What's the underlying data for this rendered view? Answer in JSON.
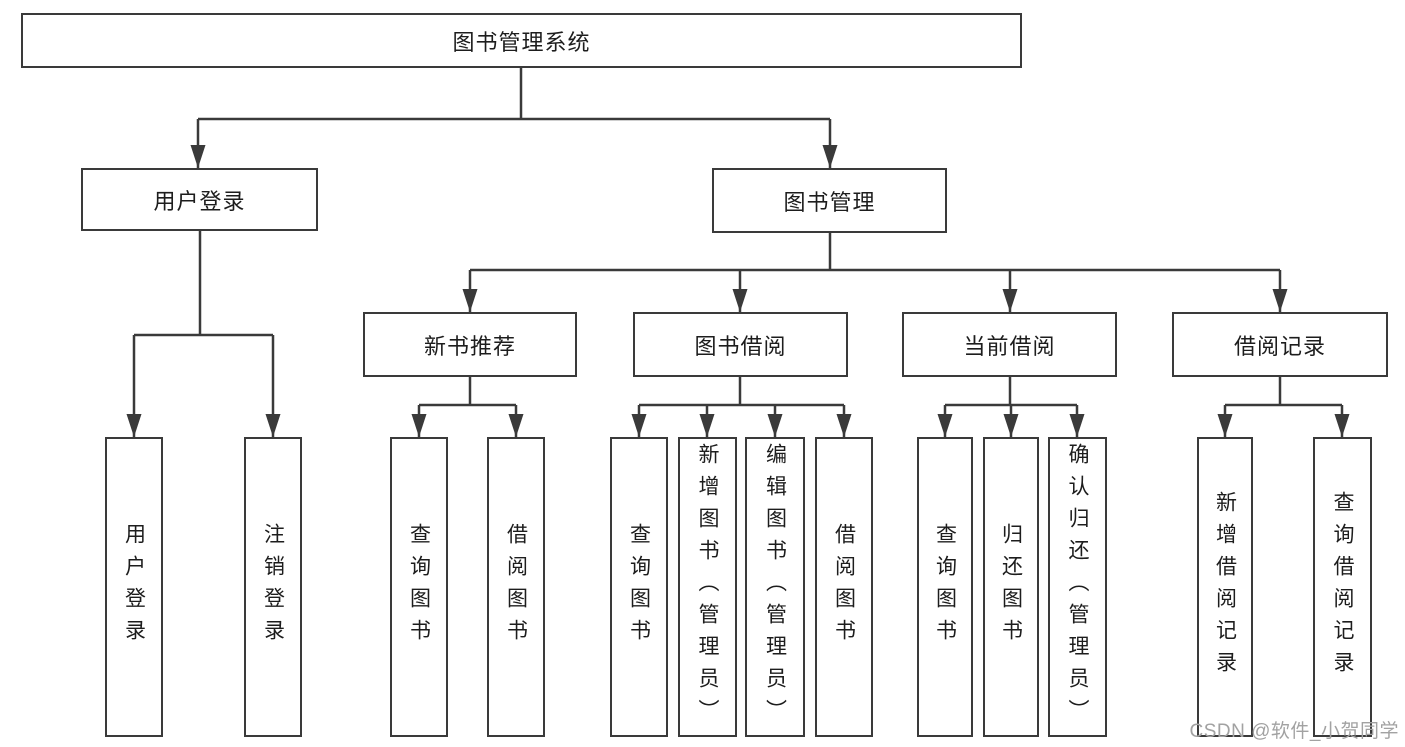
{
  "colors": {
    "line": "#3a3a3a",
    "text": "#1d1d1d",
    "watermark": "#a2a2a2",
    "background": "#ffffff"
  },
  "root": {
    "label": "图书管理系统"
  },
  "branches": [
    {
      "label": "用户登录",
      "leaves": [
        "用户登录",
        "注销登录"
      ]
    },
    {
      "label": "图书管理",
      "groups": [
        {
          "label": "新书推荐",
          "leaves": [
            "查询图书",
            "借阅图书"
          ]
        },
        {
          "label": "图书借阅",
          "leaves": [
            "查询图书",
            "新增图书（管理员）",
            "编辑图书（管理员）",
            "借阅图书"
          ]
        },
        {
          "label": "当前借阅",
          "leaves": [
            "查询图书",
            "归还图书",
            "确认归还（管理员）"
          ]
        },
        {
          "label": "借阅记录",
          "leaves": [
            "新增借阅记录",
            "查询借阅记录"
          ]
        }
      ]
    }
  ],
  "watermark": {
    "text": "CSDN @软件_小贺同学"
  }
}
